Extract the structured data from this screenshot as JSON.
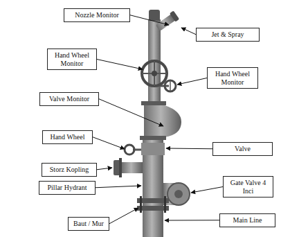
{
  "diagram": {
    "nodes": [
      {
        "text": [
          "Nozzle Monitor"
        ]
      },
      {
        "text": [
          "Jet & Spray"
        ]
      },
      {
        "text": [
          "Hand Wheel Monitor"
        ]
      },
      {
        "text": [
          "Hand Wheel Monitor"
        ]
      },
      {
        "text": [
          "Valve Monitor"
        ]
      },
      {
        "text": [
          "Hand Wheel"
        ]
      },
      {
        "text": [
          "Valve"
        ]
      },
      {
        "text": [
          "Storz Kopling"
        ]
      },
      {
        "text": [
          "Gate Valve 4 Inci"
        ]
      },
      {
        "text": [
          "Pillar Hydrant"
        ]
      },
      {
        "text": [
          "Baut / Mur"
        ]
      },
      {
        "text": [
          "Main Line"
        ]
      }
    ]
  }
}
